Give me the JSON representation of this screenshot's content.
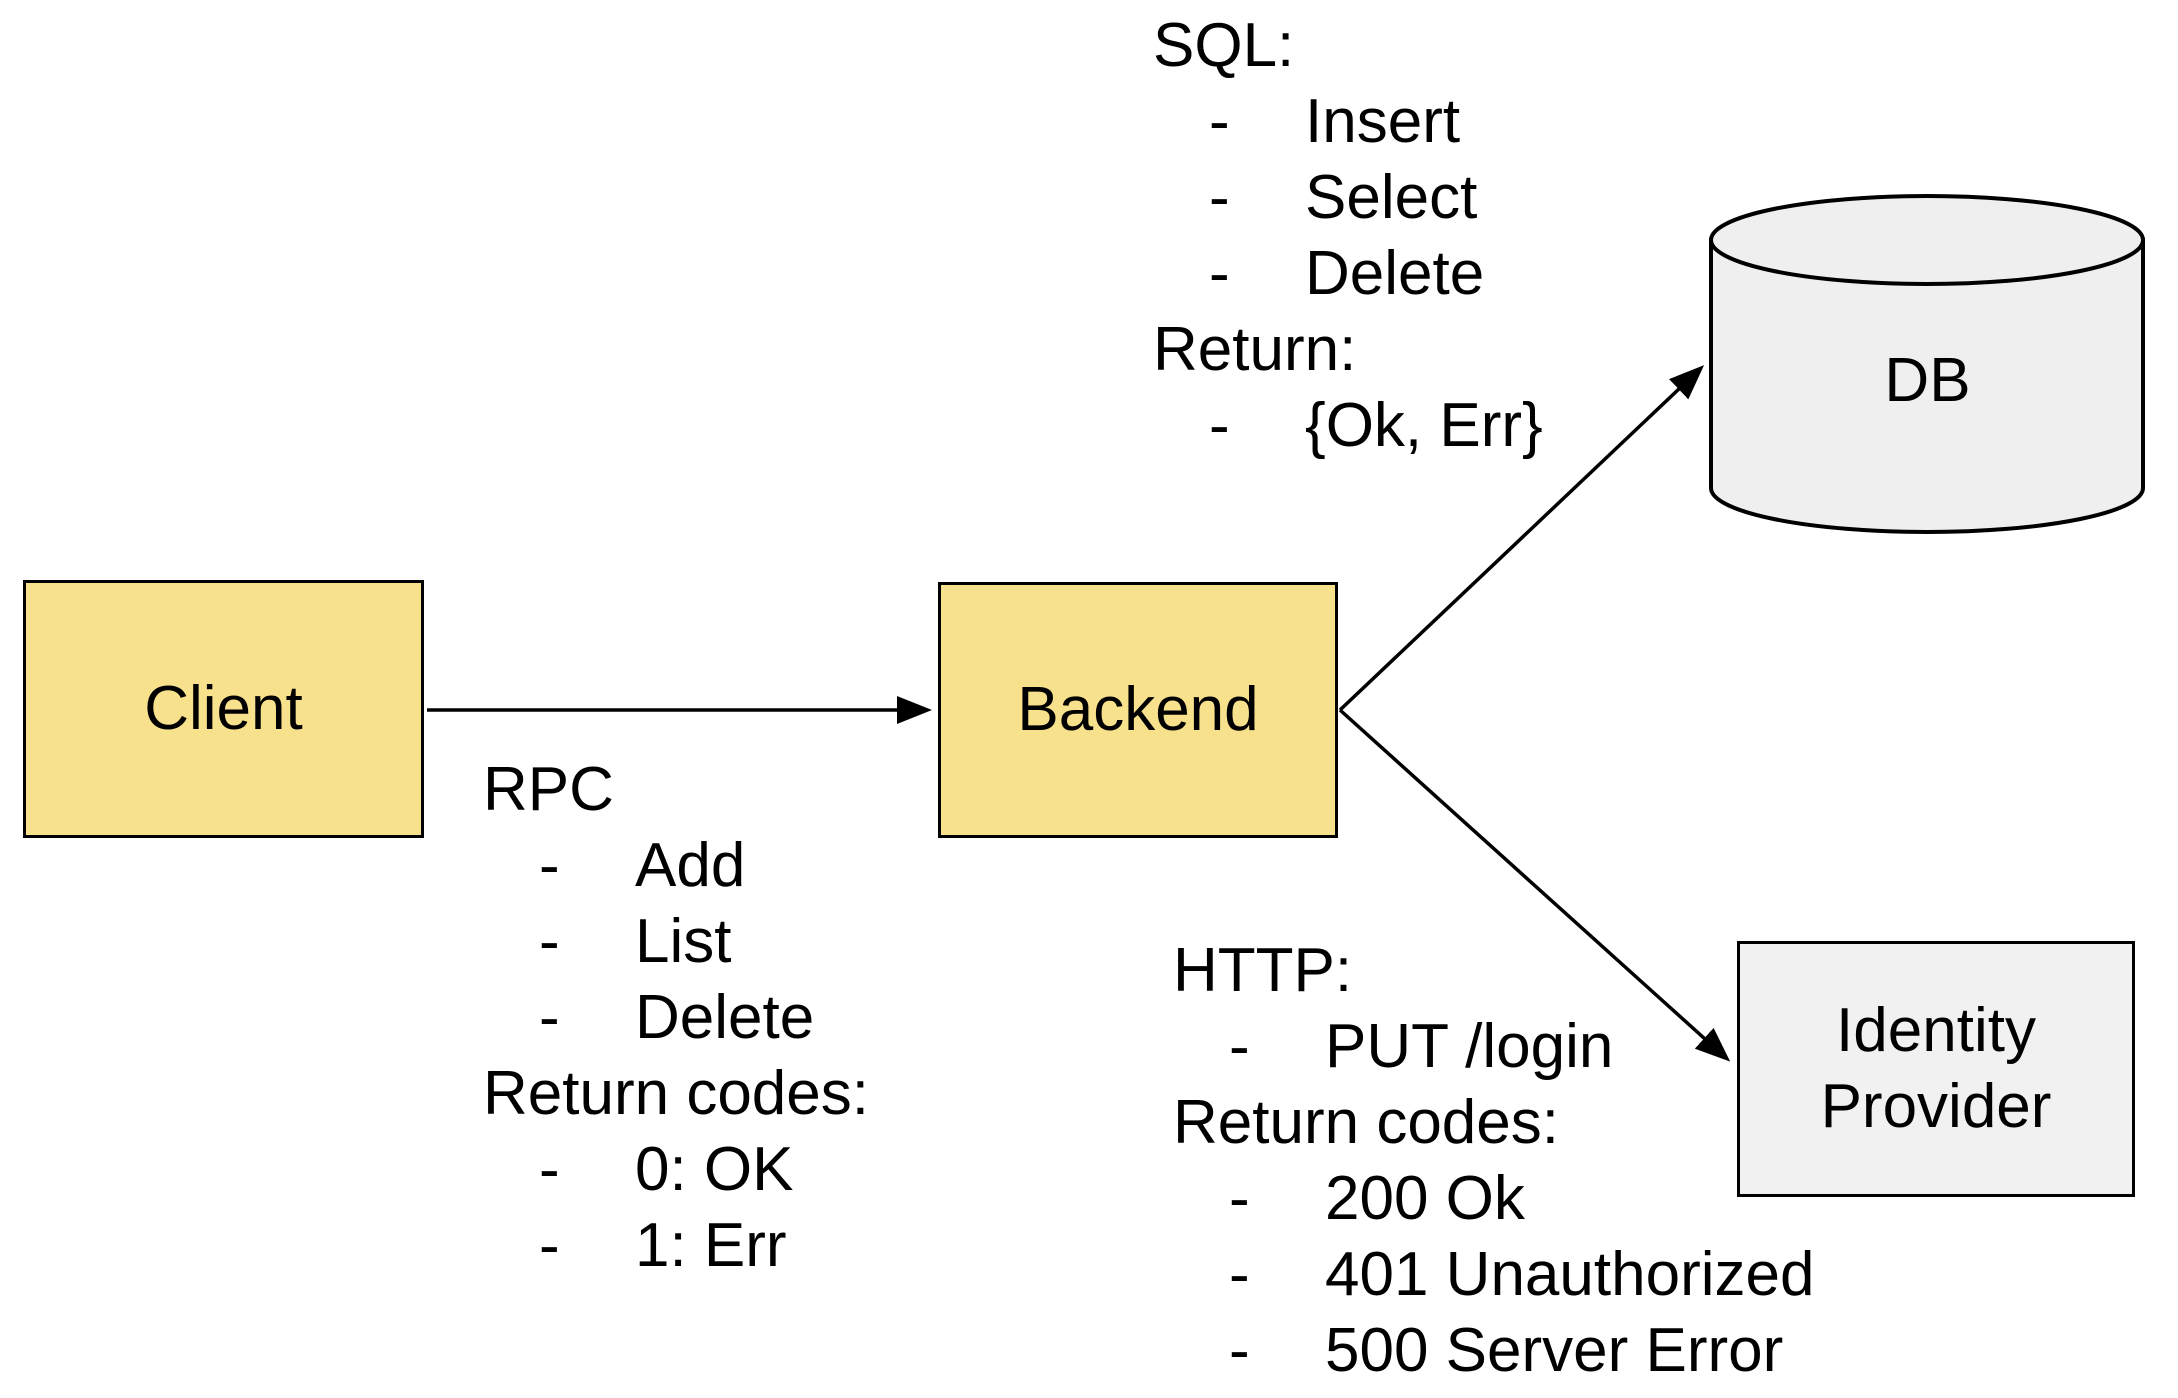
{
  "nodes": {
    "client": {
      "label": "Client"
    },
    "backend": {
      "label": "Backend"
    },
    "db": {
      "label": "DB"
    },
    "idp": {
      "label_line1": "Identity",
      "label_line2": "Provider"
    }
  },
  "annotations": {
    "rpc": {
      "header": "RPC",
      "bullet": "-",
      "items": [
        "Add",
        "List",
        "Delete"
      ],
      "return_header": "Return codes:",
      "return_items": [
        "0: OK",
        "1: Err"
      ]
    },
    "sql": {
      "header": "SQL:",
      "bullet": "-",
      "items": [
        "Insert",
        "Select",
        "Delete"
      ],
      "return_header": "Return:",
      "return_items": [
        "{Ok, Err}"
      ]
    },
    "http": {
      "header": "HTTP:",
      "bullet": "-",
      "items": [
        "PUT /login"
      ],
      "return_header": "Return codes:",
      "return_items": [
        "200 Ok",
        "401 Unauthorized",
        "500 Server Error"
      ]
    }
  },
  "colors": {
    "yellow_fill": "#F8E18C",
    "gray_fill": "#F1F1F1",
    "cylinder_fill": "#EFEFEF",
    "stroke": "#000000",
    "background": "#FFFFFF",
    "text": "#000000"
  }
}
